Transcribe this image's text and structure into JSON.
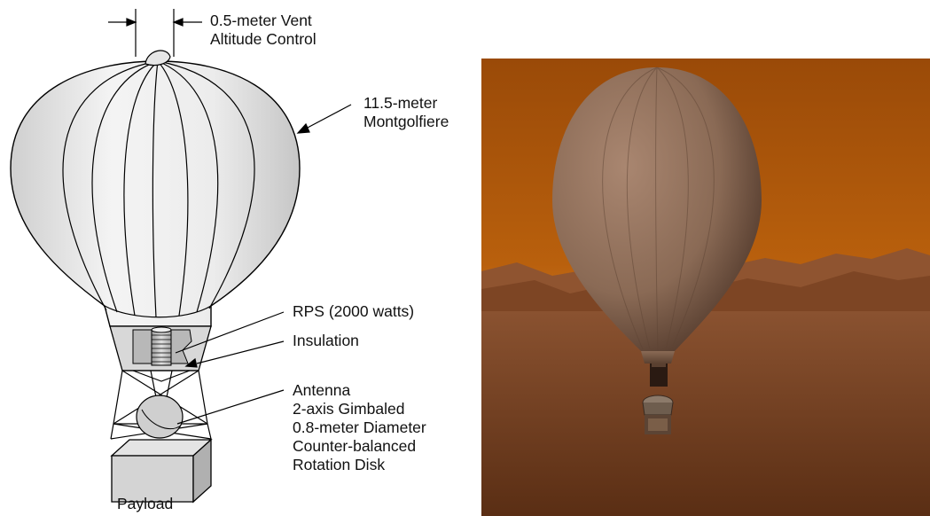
{
  "diagram": {
    "labels": {
      "vent": [
        "0.5-meter Vent",
        "Altitude Control"
      ],
      "montgolfiere": [
        "11.5-meter",
        "Montgolfiere"
      ],
      "rps": "RPS (2000 watts)",
      "insulation": "Insulation",
      "antenna": [
        "Antenna",
        "2-axis Gimbaled",
        "0.8-meter Diameter",
        "Counter-balanced",
        "Rotation Disk"
      ],
      "payload": "Payload"
    }
  },
  "rendering": {
    "sky_colors": [
      "#9a4a08",
      "#b9600d",
      "#d58a3a"
    ],
    "balloon_color": "#8a6a55",
    "ground_color": "#6e3b1a"
  }
}
